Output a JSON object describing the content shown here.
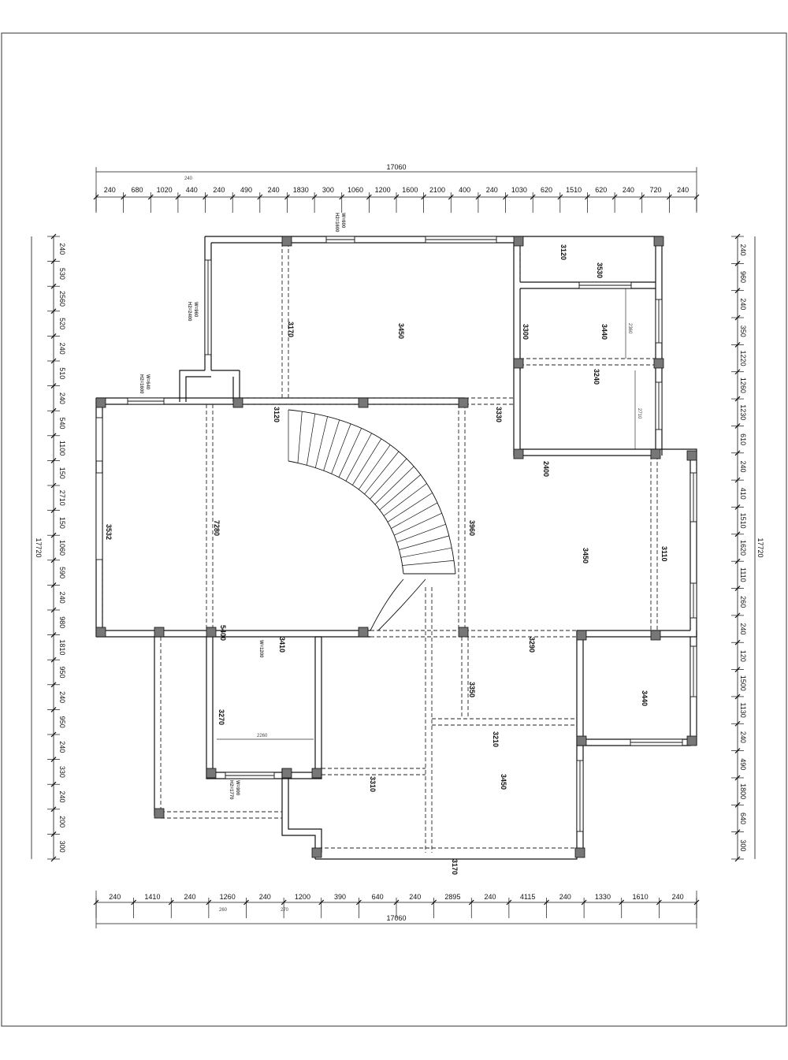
{
  "top_total": "17060",
  "top_segments": [
    "240",
    "680",
    "1020",
    "440",
    "240",
    "490",
    "240",
    "1830",
    "300",
    "1060",
    "1200",
    "1600",
    "2100",
    "400",
    "240",
    "1030",
    "620",
    "1510",
    "620",
    "240",
    "720",
    "240"
  ],
  "bottom_total": "17060",
  "bottom_segments": [
    "240",
    "1410",
    "240",
    "1260",
    "240",
    "1200",
    "390",
    "640",
    "240",
    "2895",
    "240",
    "4115",
    "240",
    "1330",
    "1610",
    "240"
  ],
  "bottom_sub": [
    "260",
    "270"
  ],
  "left_total": "17720",
  "left_segments": [
    "240",
    "530",
    "2560",
    "520",
    "240",
    "510",
    "240",
    "540",
    "1100",
    "150",
    "2710",
    "150",
    "1060",
    "590",
    "240",
    "980",
    "1810",
    "950",
    "240",
    "950",
    "240",
    "330",
    "240",
    "200",
    "300"
  ],
  "right_total": "17720",
  "right_segments": [
    "240",
    "960",
    "240",
    "350",
    "1220",
    "1260",
    "1230",
    "610",
    "240",
    "410",
    "1510",
    "1620",
    "1110",
    "260",
    "240",
    "120",
    "1500",
    "1130",
    "240",
    "490",
    "1800",
    "640",
    "300"
  ],
  "room_heights": [
    "3170",
    "3450",
    "3120",
    "3530",
    "3300",
    "3440",
    "3240",
    "3120",
    "3330",
    "2400",
    "3532",
    "7280",
    "3960",
    "3450",
    "3110",
    "5400",
    "3410",
    "3350",
    "3290",
    "3440",
    "3270",
    "3310",
    "3210",
    "3450",
    "3170"
  ],
  "window_tags": [
    {
      "id": "W1",
      "line1": "W=600",
      "line2": "H2=1600"
    },
    {
      "id": "W2",
      "line1": "W=960",
      "line2": "H2=2400"
    },
    {
      "id": "W3",
      "line1": "W=640",
      "line2": "H2=1600"
    },
    {
      "id": "W4",
      "line1": "W=1200",
      "line2": ""
    },
    {
      "id": "W5",
      "line1": "W=900",
      "line2": "H2=1770"
    }
  ],
  "inner_dims": [
    "2360",
    "2710",
    "2260"
  ]
}
